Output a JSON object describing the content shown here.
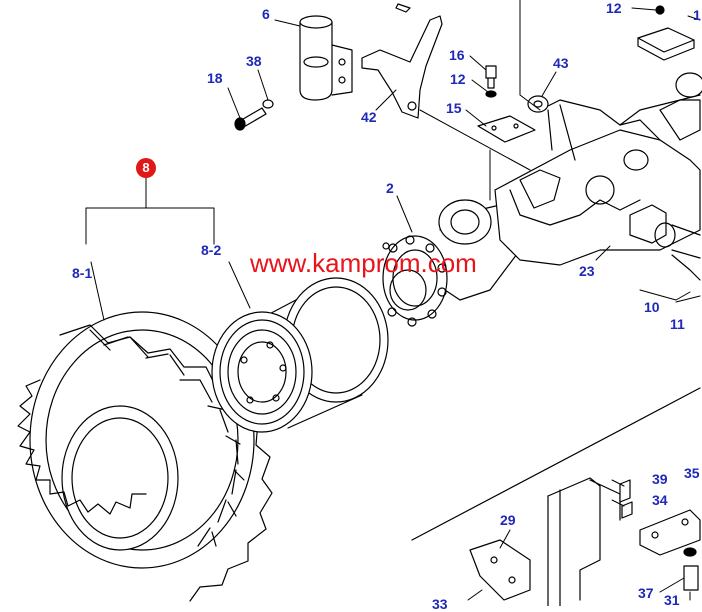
{
  "callouts": {
    "c6": "6",
    "c38": "38",
    "c18": "18",
    "c42": "42",
    "c16": "16",
    "c12a": "12",
    "c15": "15",
    "c43": "43",
    "c12b": "12",
    "c1": "1",
    "c8": "8",
    "c8_1": "8-1",
    "c8_2": "8-2",
    "c2": "2",
    "c23": "23",
    "c10": "10",
    "c11": "11",
    "c39": "39",
    "c34": "34",
    "c35": "35",
    "c29": "29",
    "c37": "37",
    "c31": "31",
    "c33": "33"
  },
  "watermark": "www.kamprom.com",
  "colors": {
    "label": "#1f28b8",
    "highlight": "#e01818",
    "watermark": "#e8141c",
    "lines": "#000000"
  }
}
